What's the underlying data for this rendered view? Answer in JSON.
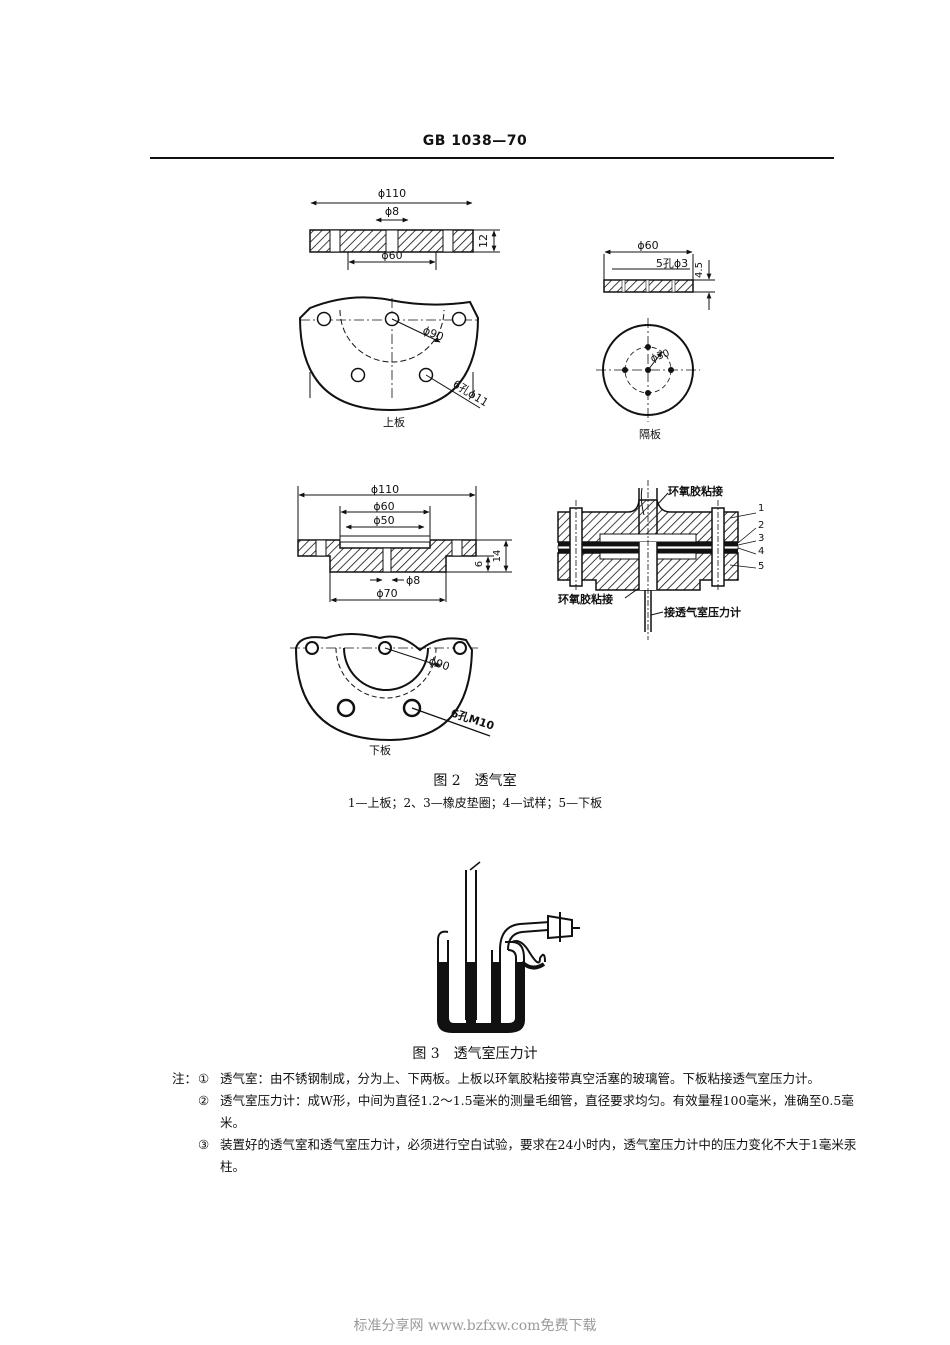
{
  "header": {
    "title": "GB 1038—70"
  },
  "figure2": {
    "caption": "图 2　透气室",
    "legend": "1—上板；2、3—橡皮垫圈；4—试样；5—下板",
    "upper_plate": {
      "label": "上板",
      "dim_outer": "ϕ110",
      "dim_hole": "ϕ8",
      "dim_inner": "ϕ60",
      "dim_thickness": "12",
      "dim_bolt_circle": "ϕ90",
      "hole_note": "6孔ϕ11"
    },
    "separator": {
      "label": "隔板",
      "dim_outer": "ϕ60",
      "hole_note": "5孔ϕ3",
      "dim_thickness": "4.5",
      "dim_circle": "ϕ30"
    },
    "lower_plate": {
      "label": "下板",
      "dim_outer": "ϕ110",
      "dim_60": "ϕ60",
      "dim_50": "ϕ50",
      "dim_hole": "ϕ8",
      "dim_70": "ϕ70",
      "dim_6": "6",
      "dim_14": "14",
      "dim_bolt_circle": "ϕ90",
      "hole_note": "6孔M10"
    },
    "assembly": {
      "glue_top": "环氧胶粘接",
      "glue_bottom": "环氧胶粘接",
      "gauge_conn": "接透气室压力计",
      "parts": [
        "1",
        "2",
        "3",
        "4",
        "5"
      ]
    }
  },
  "figure3": {
    "caption": "图 3　透气室压力计"
  },
  "notes": {
    "prefix": "注：",
    "items": [
      {
        "num": "①",
        "text": "透气室：由不锈钢制成，分为上、下两板。上板以环氧胶粘接带真空活塞的玻璃管。下板粘接透气室压力计。"
      },
      {
        "num": "②",
        "text": "透气室压力计：成W形，中间为直径1.2～1.5毫米的测量毛细管，直径要求均匀。有效量程100毫米，准确至0.5毫米。"
      },
      {
        "num": "③",
        "text": "装置好的透气室和透气室压力计，必须进行空白试验，要求在24小时内，透气室压力计中的压力变化不大于1毫米汞柱。"
      }
    ]
  },
  "footer": {
    "watermark": "标准分享网 www.bzfxw.com免费下载"
  }
}
